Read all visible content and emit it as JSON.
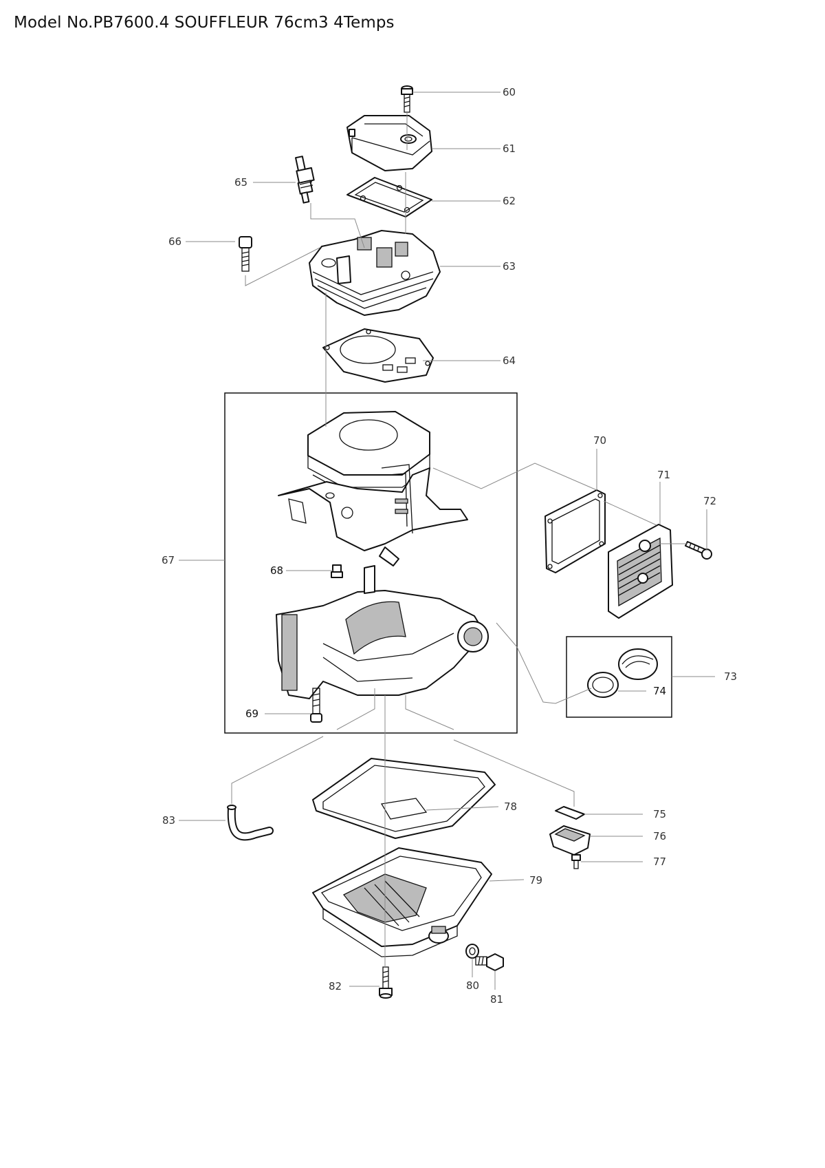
{
  "title": "Model No.PB7600.4 SOUFFLEUR 76cm3 4Temps",
  "callouts": {
    "c60": "60",
    "c61": "61",
    "c62": "62",
    "c63": "63",
    "c64": "64",
    "c65": "65",
    "c66": "66",
    "c67": "67",
    "c68": "68",
    "c69": "69",
    "c70": "70",
    "c71": "71",
    "c72": "72",
    "c73": "73",
    "c74": "74",
    "c75": "75",
    "c76": "76",
    "c77": "77",
    "c78": "78",
    "c79": "79",
    "c80": "80",
    "c81": "81",
    "c82": "82",
    "c83": "83"
  }
}
